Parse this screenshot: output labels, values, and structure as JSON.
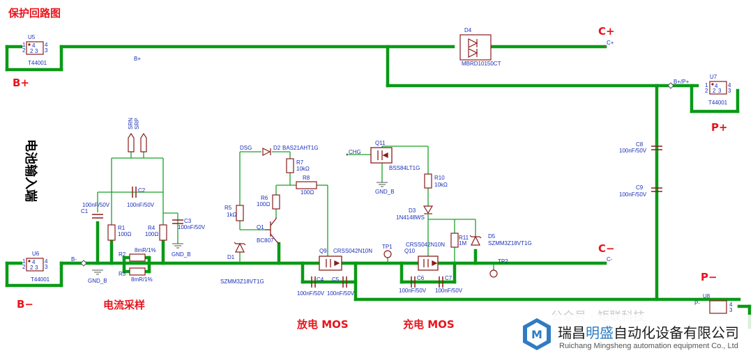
{
  "titles": {
    "protect": "保护回路图",
    "battery_input": "电池输入端",
    "current_sample": "电流采样",
    "discharge_mos": "放电 MOS",
    "charge_mos": "充电 MOS"
  },
  "terminals": {
    "b_plus": "B+",
    "b_minus": "B−",
    "c_plus": "C+",
    "c_minus": "C−",
    "p_plus": "P+",
    "p_minus": "P−"
  },
  "nets": {
    "b_plus_small": "B+",
    "b_minus_small": "B-",
    "c_plus_small": "C+",
    "c_minus_small": "C-",
    "bp_pp": "B+/P+",
    "p_minus_small": "P-",
    "srn": "SRN",
    "srp": "SRP",
    "dsg": "DSG",
    "chg": "CHG",
    "gnd_b1": "GND_B",
    "gnd_b2": "GND_B",
    "gnd_b3": "GND_B",
    "tp1": "TP1",
    "tp2": "TP2"
  },
  "parts": {
    "u5": "U5",
    "u5_value": "T44001",
    "u6": "U6",
    "u6_value": "T44001",
    "u7": "U7",
    "u7_value": "T44001",
    "u8": "U8",
    "d4": "D4",
    "d4_value": "MBRD10150CT",
    "c1": "C1",
    "c1_value": "100nF/50V",
    "c2": "C2",
    "c2_value": "100nF/50V",
    "c3": "C3",
    "c3_value": "100nF/50V",
    "r1": "R1",
    "r1_value": "100Ω",
    "r4": "R4",
    "r4_value": "100Ω",
    "r2": "R2",
    "r2_value": "8mR/1%",
    "r3": "R3",
    "r3_value": "8mR/1%",
    "d2": "D2",
    "d2_value": "BAS21AHT1G",
    "r7": "R7",
    "r7_value": "10kΩ",
    "r8": "R8",
    "r8_value": "100Ω",
    "r6": "R6",
    "r6_value": "100Ω",
    "r5": "R5",
    "r5_value": "1kΩ",
    "q1": "Q1",
    "q1_value": "BC807",
    "d1": "D1",
    "d1_value": "SZMM3Z18VT1G",
    "q9": "Q9",
    "q9_value": "CRSS042N10N",
    "c4": "C4",
    "c5": "C5",
    "c4_value": "100nF/50V",
    "c5_value": "100nF/50V",
    "q11": "Q11",
    "q11_value": "BSS84LT1G",
    "r10": "R10",
    "r10_value": "10kΩ",
    "d3": "D3",
    "d3_value": "1N4148WS",
    "q10": "Q10",
    "q10_value": "CRSS042N10N",
    "r11": "R11",
    "r11_value": "1M",
    "d5": "D5",
    "d5_value": "SZMM3Z18VT1G",
    "c6": "C6",
    "c6_value": "100nF/50V",
    "c7": "C7",
    "c7_value": "100nF/50V",
    "c8": "C8",
    "c8_value": "100nF/50V",
    "c9": "C9",
    "c9_value": "100nF/50V"
  },
  "pins": {
    "p1": "1",
    "p2": "2",
    "p3": "3",
    "p4": "4"
  },
  "watermark": {
    "faint": "公众号 · 矩联科技",
    "company_pre": "瑞昌",
    "company_hl": "明盛",
    "company_post": "自动化设备有限公司",
    "english": "Ruichang Mingsheng automation equipment Co., Ltd",
    "logo_letter": "M"
  },
  "colors": {
    "wire": "#0a9a16",
    "thin_wire": "#18a228",
    "component": "#8a1c1c",
    "label": "#1a2fb8",
    "title": "#e8141c",
    "logo": "#2f7cc4",
    "highlight": "#2f7cc4"
  }
}
